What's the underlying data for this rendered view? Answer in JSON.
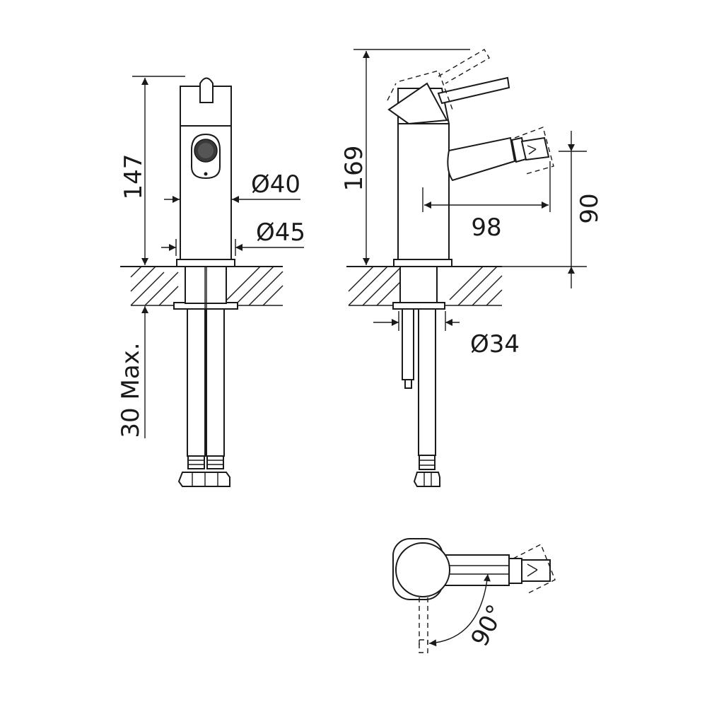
{
  "dimensions": {
    "front_height": "147",
    "body_diameter": "Ø40",
    "base_diameter": "Ø45",
    "max_mount_thickness": "30 Max.",
    "side_height": "169",
    "spout_reach": "98",
    "spout_height": "90",
    "shank_diameter": "Ø34",
    "rotation_angle": "90°"
  },
  "colors": {
    "line": "#1a1a1a",
    "background": "#ffffff"
  }
}
